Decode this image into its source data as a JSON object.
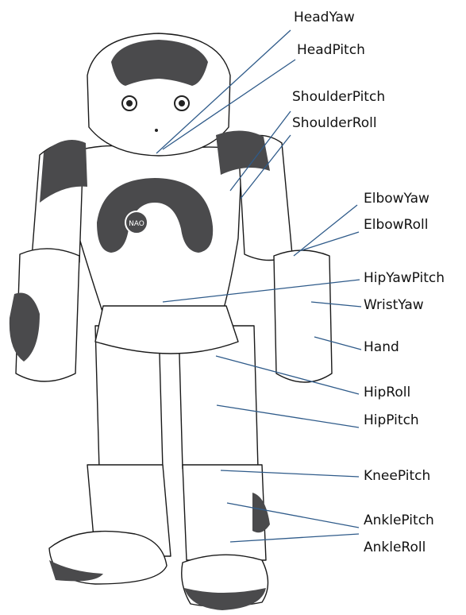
{
  "colors": {
    "robot_dark": "#4a4a4c",
    "outline": "#1a1a1a",
    "leader": "#2f5b8a",
    "eye": "#222222"
  },
  "robot": {
    "chest_logo": "NAO"
  },
  "labels": [
    {
      "id": "head-yaw",
      "text": "HeadYaw"
    },
    {
      "id": "head-pitch",
      "text": "HeadPitch"
    },
    {
      "id": "shoulder-pitch",
      "text": "ShoulderPitch"
    },
    {
      "id": "shoulder-roll",
      "text": "ShoulderRoll"
    },
    {
      "id": "elbow-yaw",
      "text": "ElbowYaw"
    },
    {
      "id": "elbow-roll",
      "text": "ElbowRoll"
    },
    {
      "id": "hip-yaw-pitch",
      "text": "HipYawPitch"
    },
    {
      "id": "wrist-yaw",
      "text": "WristYaw"
    },
    {
      "id": "hand",
      "text": "Hand"
    },
    {
      "id": "hip-roll",
      "text": "HipRoll"
    },
    {
      "id": "hip-pitch",
      "text": "HipPitch"
    },
    {
      "id": "knee-pitch",
      "text": "KneePitch"
    },
    {
      "id": "ankle-pitch",
      "text": "AnklePitch"
    },
    {
      "id": "ankle-roll",
      "text": "AnkleRoll"
    }
  ]
}
